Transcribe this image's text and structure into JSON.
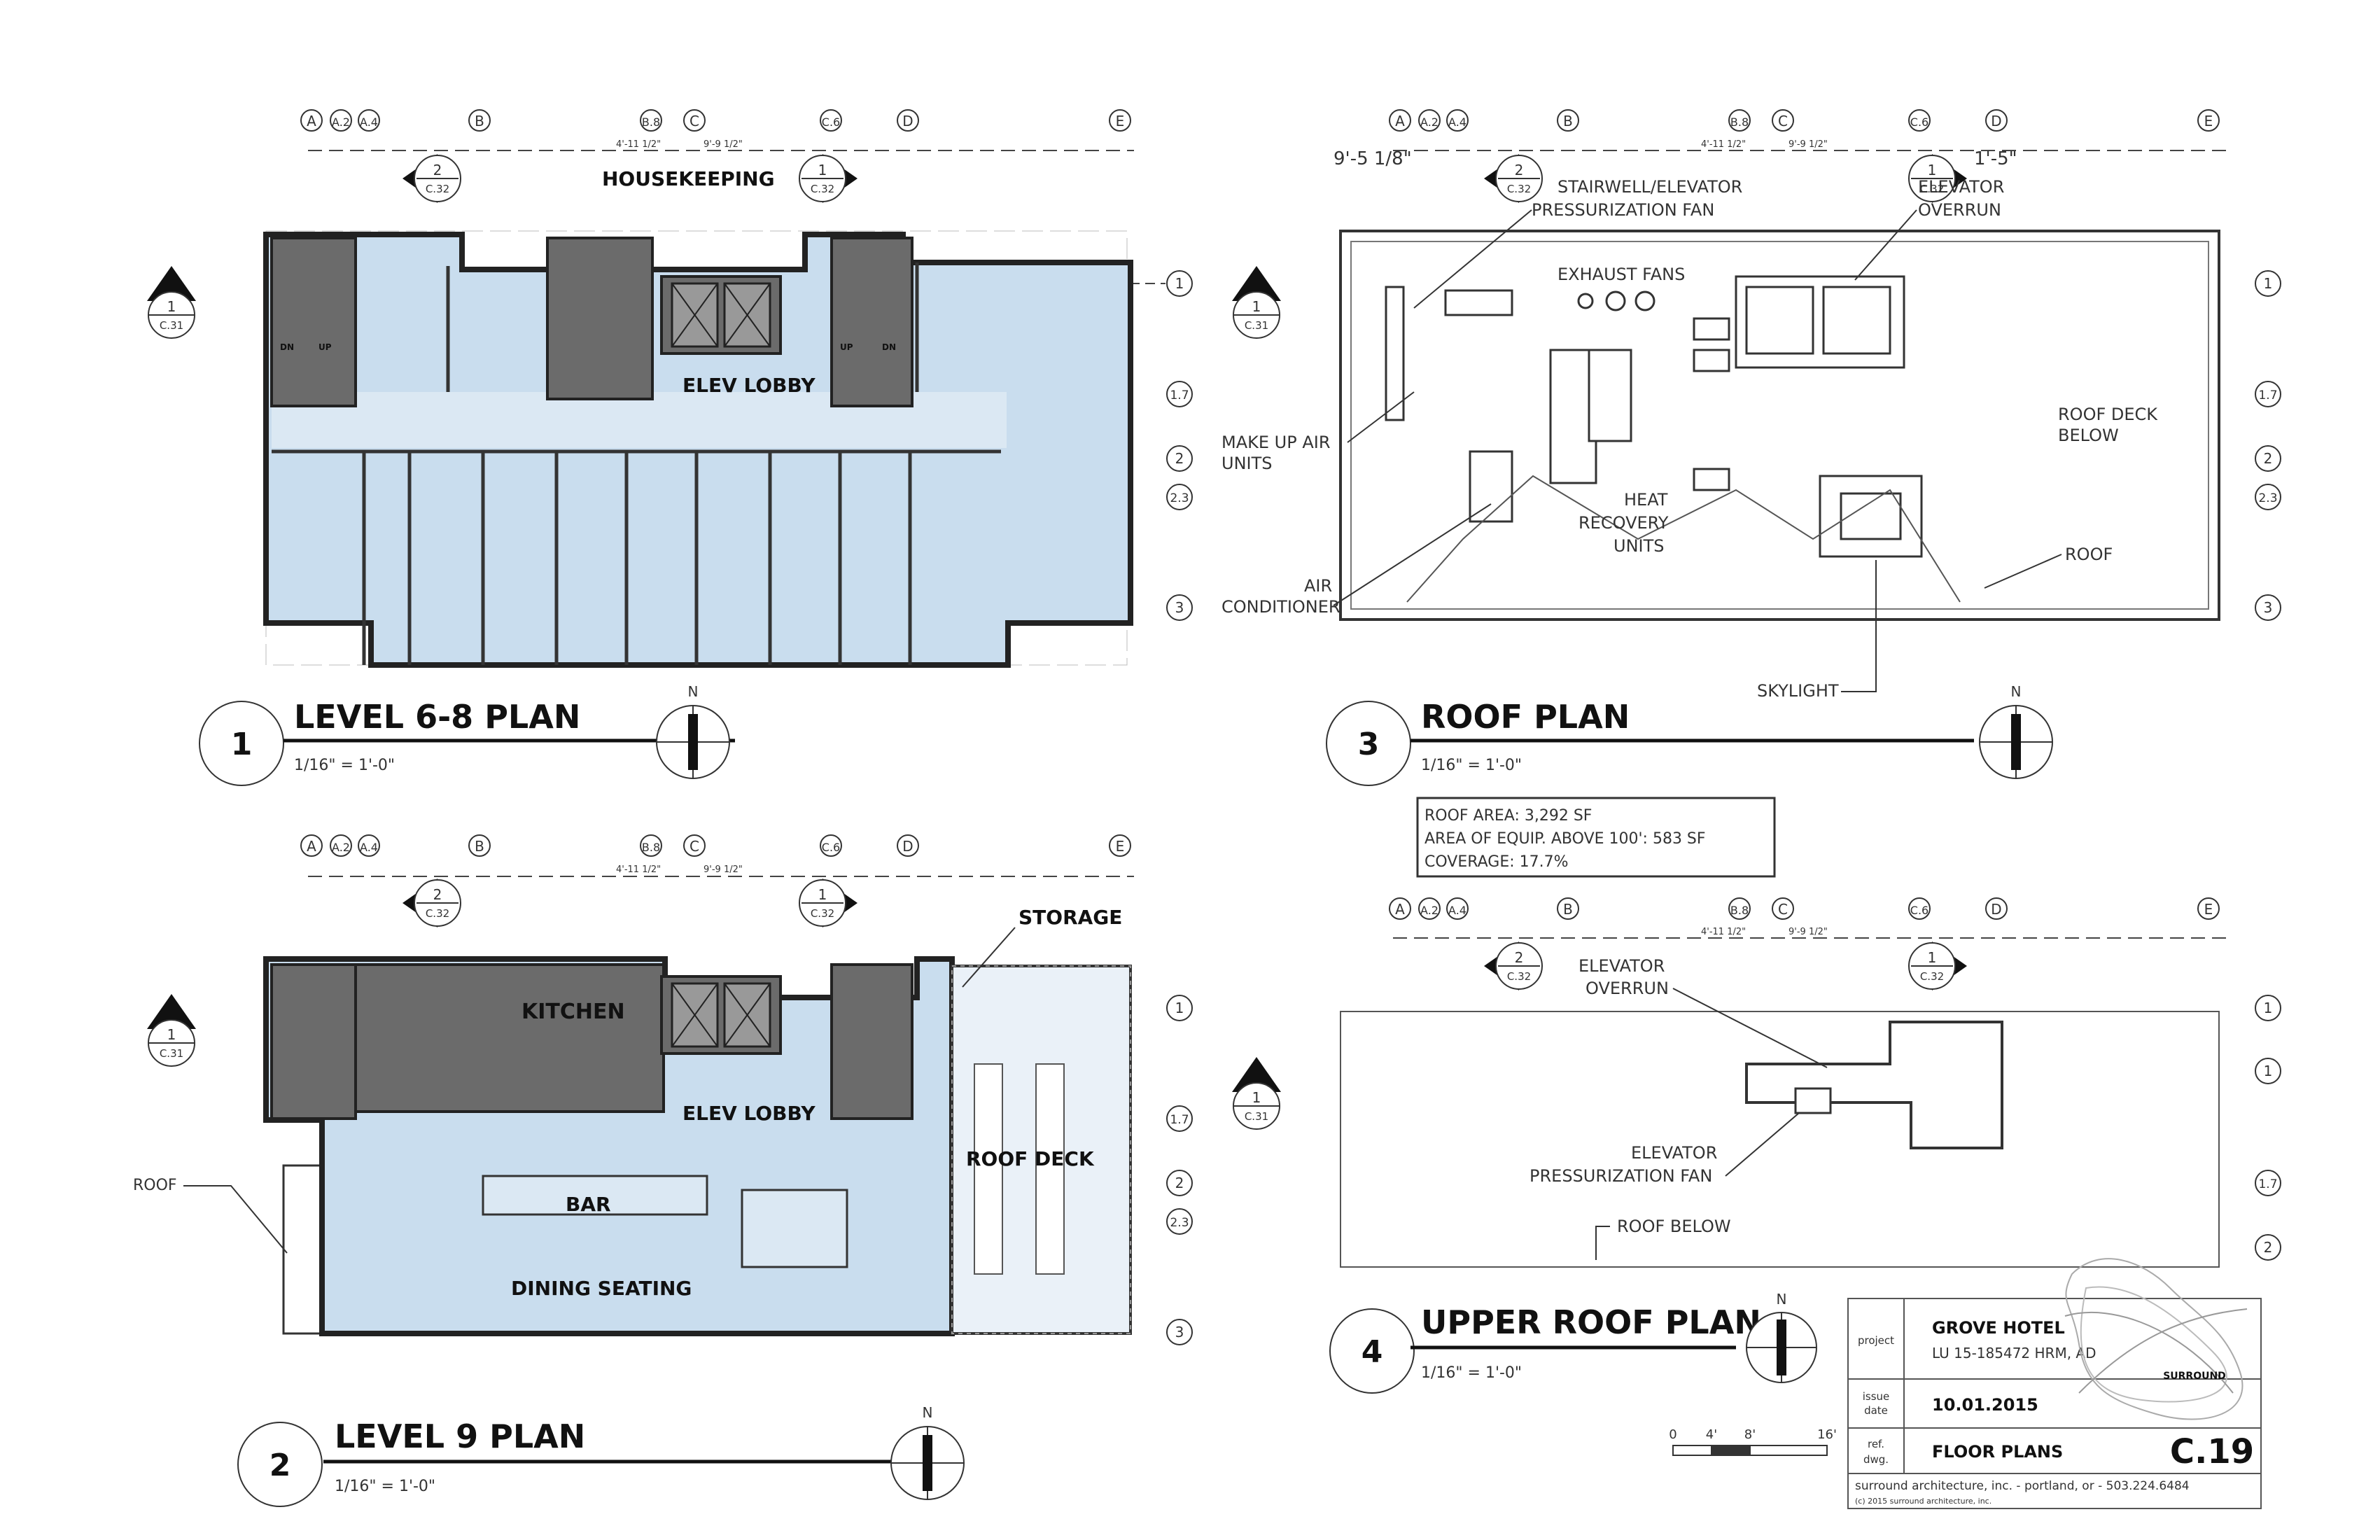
{
  "grid_labels_x": [
    "A",
    "A.2",
    "A.4",
    "B",
    "B.8",
    "C",
    "C.6",
    "D",
    "E"
  ],
  "grid_labels_y": [
    "1",
    "1.7",
    "2",
    "2.3",
    "3"
  ],
  "grid_labels_y_upper": [
    "1",
    "1",
    "1.7",
    "2"
  ],
  "dims": {
    "d1": "4'-11 1/2\"",
    "d2": "9'-9 1/2\"",
    "roof_d1": "9'-5 1/8\"",
    "roof_d2": "1'-5\""
  },
  "section_marks": {
    "a_num": "2",
    "a_sheet": "C.32",
    "b_num": "1",
    "b_sheet": "C.32",
    "c_num": "1",
    "c_sheet": "C.31"
  },
  "north": "N",
  "scale": "1/16\" = 1'-0\"",
  "plans": {
    "p1": {
      "num": "1",
      "title": "LEVEL 6-8 PLAN"
    },
    "p2": {
      "num": "2",
      "title": "LEVEL 9 PLAN"
    },
    "p3": {
      "num": "3",
      "title": "ROOF PLAN"
    },
    "p4": {
      "num": "4",
      "title": "UPPER ROOF PLAN"
    }
  },
  "rooms_p1": {
    "housekeeping": "HOUSEKEEPING",
    "elev_lobby": "ELEV LOBBY",
    "dn": "DN",
    "up": "UP"
  },
  "rooms_p2": {
    "kitchen": "KITCHEN",
    "elev_lobby": "ELEV LOBBY",
    "bar": "BAR",
    "dining": "DINING SEATING",
    "roof_deck": "ROOF DECK",
    "storage": "STORAGE",
    "roof": "ROOF"
  },
  "roof_notes": {
    "stair1": "STAIRWELL/ELEVATOR",
    "stair2": "PRESSURIZATION FAN",
    "elev1": "ELEVATOR",
    "elev2": "OVERRUN",
    "exhaust": "EXHAUST FANS",
    "makeup1": "MAKE UP AIR",
    "makeup2": "UNITS",
    "heat1": "HEAT",
    "heat2": "RECOVERY",
    "heat3": "UNITS",
    "ac1": "AIR",
    "ac2": "CONDITIONER",
    "deck1": "ROOF DECK",
    "deck2": "BELOW",
    "roof": "ROOF",
    "skylight": "SKYLIGHT"
  },
  "roof_area": {
    "line1": "ROOF AREA: 3,292 SF",
    "line2": "AREA OF EQUIP. ABOVE 100': 583 SF",
    "line3": "COVERAGE: 17.7%"
  },
  "upper_notes": {
    "e1": "ELEVATOR",
    "e2": "OVERRUN",
    "f1": "ELEVATOR",
    "f2": "PRESSURIZATION FAN",
    "below": "ROOF BELOW"
  },
  "scale_bar": {
    "t0": "0",
    "t1": "4'",
    "t2": "8'",
    "t3": "16'"
  },
  "title_block": {
    "project_lbl": "project",
    "project": "GROVE HOTEL",
    "project_sub": "LU 15-185472 HRM, AD",
    "issue_lbl1": "issue",
    "issue_lbl2": "date",
    "date": "10.01.2015",
    "ref_lbl1": "ref.",
    "ref_lbl2": "dwg.",
    "dwg": "FLOOR PLANS",
    "sheet": "C.19",
    "logo": "SURROUND",
    "footer": "surround architecture, inc.  -  portland, or  -  503.224.6484",
    "copyright": "(c) 2015 surround architecture, inc."
  },
  "colors": {
    "room": "#c9ddee",
    "core": "#6b6b6b",
    "line": "#222222"
  }
}
